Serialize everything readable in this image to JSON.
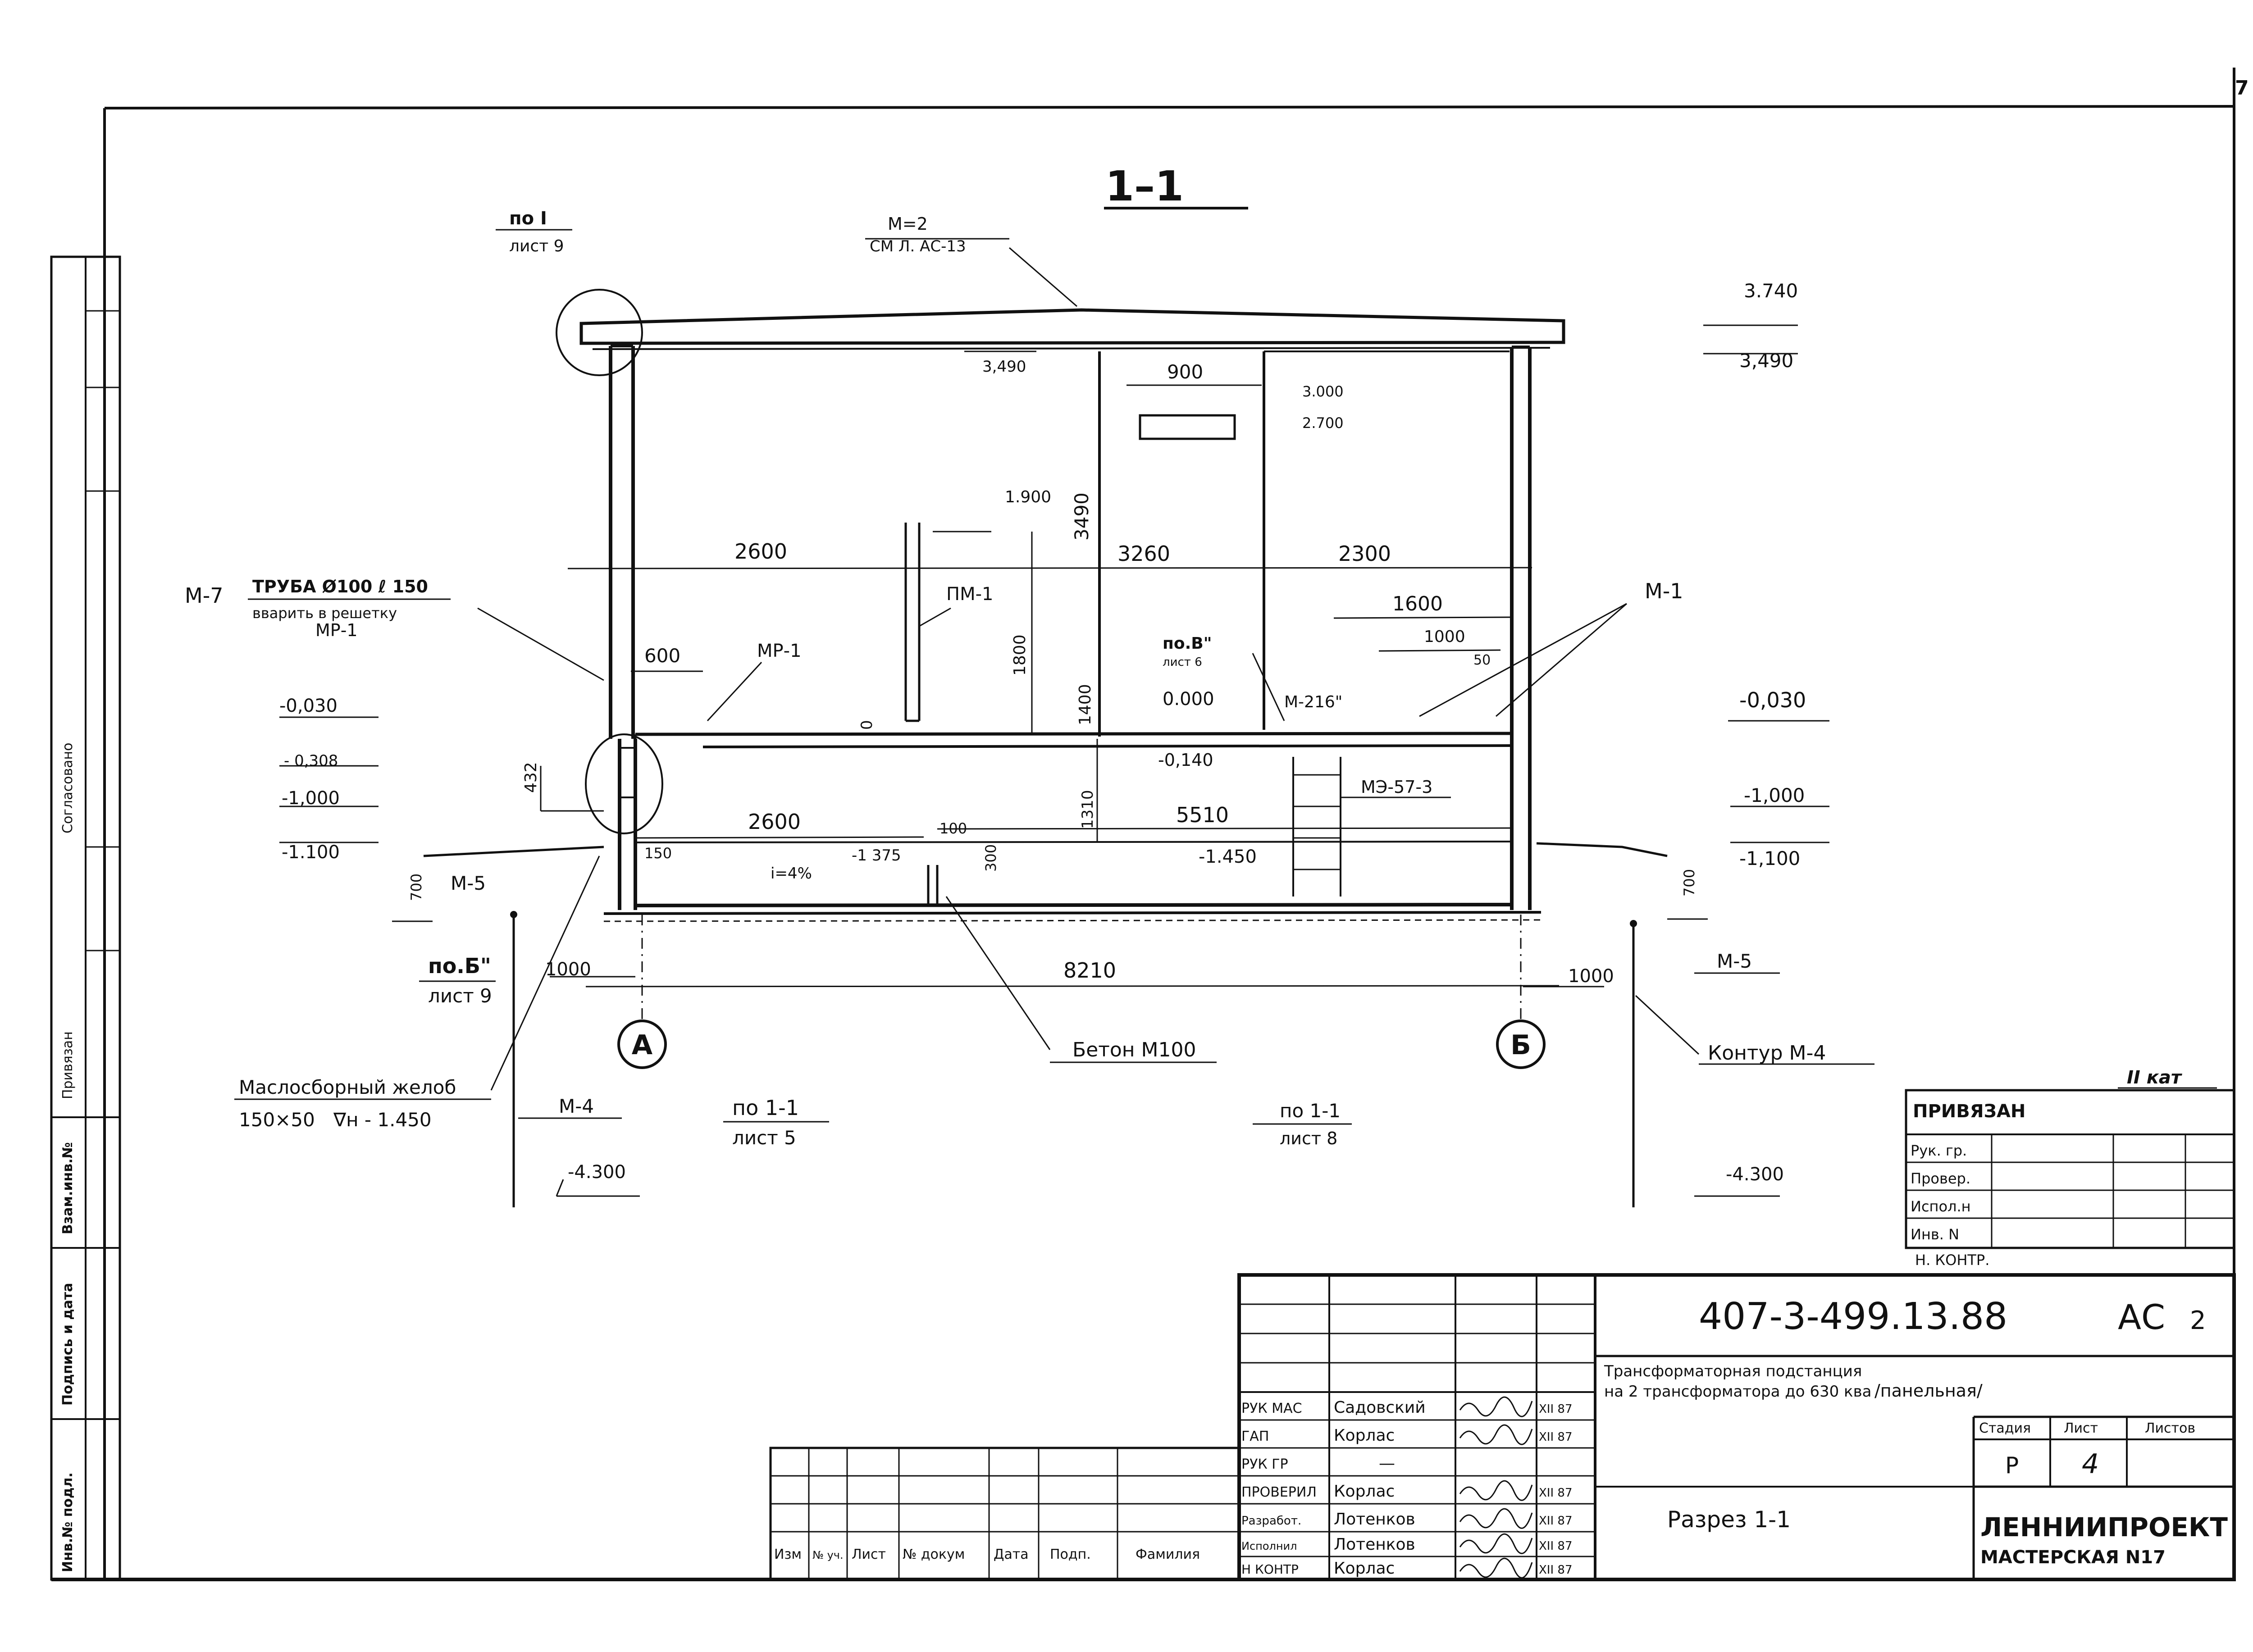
{
  "section": {
    "title": "1–1",
    "corner_mark": "7"
  },
  "callouts": {
    "ref_I": "по I",
    "ref_I_sheet": "лист 9",
    "m2": "М=2",
    "m2_ref": "СМ Л. АС-13",
    "m7": "М-7",
    "m7_pipe": "ТРУБА Ø100 ℓ 150",
    "m7_weld": "вварить в решетку",
    "m7_mr": "МР-1",
    "mr1": "МР-1",
    "pm1": "ПМ-1",
    "ref_b_sheet6": "по.В\"",
    "ref_b_sheet6_b": "лист 6",
    "m216": "М-216\"",
    "m1": "М-1",
    "me573": "МЭ-57-3",
    "slope": "i=4%",
    "m5_left": "М-5",
    "m5_right": "М-5",
    "ref_b_left": "по.Б\"",
    "ref_b_left_sheet": "лист 9",
    "axis_a": "А",
    "axis_b": "Б",
    "concrete": "Бетон М100",
    "contour": "Контур М-4",
    "oil_trough": "Маслосборный желоб",
    "oil_trough_size": "150×50",
    "oil_trough_level": "∇н - 1.450",
    "m4_left": "М-4",
    "ref_11_a": "по 1-1",
    "ref_11_a_sheet": "лист 5",
    "ref_11_b": "по 1-1",
    "ref_11_b_sheet": "лист 8",
    "cat_mark": "II кат"
  },
  "levels": {
    "roof_top": "3.740",
    "roof_right": "3,490",
    "ceiling_left": "3,490",
    "vent_top": "3.000",
    "vent_bottom": "2.700",
    "pm_top": "1.900",
    "zero": "0.000",
    "left_m030": "-0,030",
    "right_m030": "-0,030",
    "left_m308": "- 0,308",
    "left_m1000": "-1,000",
    "left_m1100": "-1.100",
    "right_m1000": "-1,000",
    "right_m1100": "-1,100",
    "m0140": "-0,140",
    "m1375": "-1 375",
    "m1450": "-1.450",
    "left_m4300": "-4.300",
    "right_m4300": "-4.300"
  },
  "dims": {
    "d2600_top": "2600",
    "d3260": "3260",
    "d2300": "2300",
    "d900": "900",
    "d3490_v": "3490",
    "d1800_v": "1800",
    "d1400_v": "1400",
    "d1310_v": "1310",
    "d1600": "1600",
    "d1000_r": "1000",
    "d50": "50",
    "d600": "600",
    "d432": "432",
    "d2600_low": "2600",
    "d5510": "5510",
    "d150": "150",
    "d100": "100",
    "d300": "300",
    "d700_left": "700",
    "d700_right": "700",
    "d8210": "8210",
    "d1000_left": "1000",
    "d1000_right": "1000",
    "d0": "0"
  },
  "binding_stamp": {
    "title": "ПРИВЯЗАН",
    "rows": [
      "Рук. гр.",
      "Провер.",
      "Испол.н",
      "Инв. N"
    ],
    "footer": "Н. КОНТР."
  },
  "title_block": {
    "code": "407-3-499.13.88",
    "sheet_mark": "АС",
    "sheet_mark_no": "2",
    "name_line1": "Трансформаторная подстанция",
    "name_line2": "на 2 трансформатора до 630 ква",
    "name_line3": "/панельная/",
    "stage_label": "Стадия",
    "sheet_label": "Лист",
    "sheets_label": "Листов",
    "stage": "Р",
    "sheet_no": "4",
    "drawing_title": "Разрез 1-1",
    "org": "ЛЕННИИПРОЕКТ",
    "workshop": "МАСТЕРСКАЯ N17",
    "people": [
      {
        "role": "РУК МАС",
        "name": "Садовский",
        "date": "XII 87"
      },
      {
        "role": "ГАП",
        "name": "Корлас",
        "date": "XII 87"
      },
      {
        "role": "РУК ГР",
        "name": "—",
        "date": ""
      },
      {
        "role": "ПРОВЕРИЛ",
        "name": "Корлас",
        "date": "XII 87"
      },
      {
        "role": "Разработ.",
        "name": "Лотенков",
        "date": "XII 87"
      },
      {
        "role": "Исполнил",
        "name": "Лотенков",
        "date": "XII 87"
      },
      {
        "role": "Н КОНТР",
        "name": "Корлас",
        "date": "XII 87"
      }
    ],
    "rev_headers": [
      "Изм",
      "№ уч.",
      "Лист",
      "№ докум",
      "Дата",
      "Подп.",
      "Фамилия"
    ]
  },
  "side_strip": {
    "labels": [
      "Инв.№ подл.",
      "Подпись и дата",
      "Взам.инв.№",
      "Привязан",
      "Согласовано"
    ]
  }
}
